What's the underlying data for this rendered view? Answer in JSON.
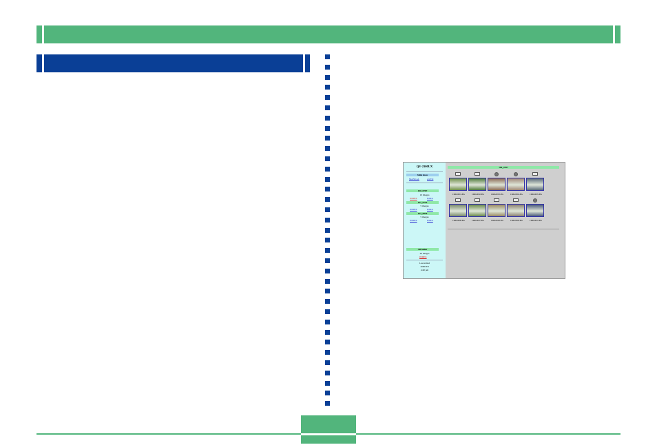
{
  "screenshot": {
    "model": "QV-2300UX",
    "slide_show": {
      "label": "Slide show",
      "links": [
        "MANUAL",
        "AUTO"
      ]
    },
    "folders": [
      {
        "name": "100_0707",
        "count": "10 images",
        "links": [
          "INDEX",
          "DATA"
        ]
      },
      {
        "name": "101_0714",
        "count": "5 images",
        "links": [
          "INDEX",
          "DATA"
        ]
      },
      {
        "name": "102_0820",
        "count": "5 images",
        "links": [
          "INDEX",
          "DATA"
        ]
      }
    ],
    "all_folder": {
      "label": "All folder",
      "count": "20 images",
      "link": "INDEX"
    },
    "last_edited": {
      "label": "Last edited",
      "date": "2000/8/8",
      "time": "4:40 pm"
    },
    "current_folder": "100_0707",
    "thumbnails": [
      {
        "file": "CIMG0001.JPG",
        "icon": "camera",
        "color": "#6f8f4a"
      },
      {
        "file": "CIMG0002.JPG",
        "icon": "camera",
        "color": "#4f7a3a"
      },
      {
        "file": "CIMG0003.JPG",
        "icon": "portrait",
        "color": "#8a6a55"
      },
      {
        "file": "CIMG0004.JPG",
        "icon": "portrait",
        "color": "#a08878"
      },
      {
        "file": "CIMG0005.JPG",
        "icon": "camera",
        "color": "#5a6a7a"
      },
      {
        "file": "CIMG0006.JPG",
        "icon": "camera",
        "color": "#7a8a6a"
      },
      {
        "file": "CIMG0007.JPG",
        "icon": "camera",
        "color": "#6a8a4a"
      },
      {
        "file": "CIMG0008.JPG",
        "icon": "landscape",
        "color": "#9a8a60"
      },
      {
        "file": "CIMG0009.JPG",
        "icon": "camera",
        "color": "#8a8070"
      },
      {
        "file": "CIMG0010.JPG",
        "icon": "rotate",
        "color": "#4a5a7a"
      }
    ]
  },
  "colors": {
    "header_green": "#52b57c",
    "section_blue": "#0a3f96"
  }
}
